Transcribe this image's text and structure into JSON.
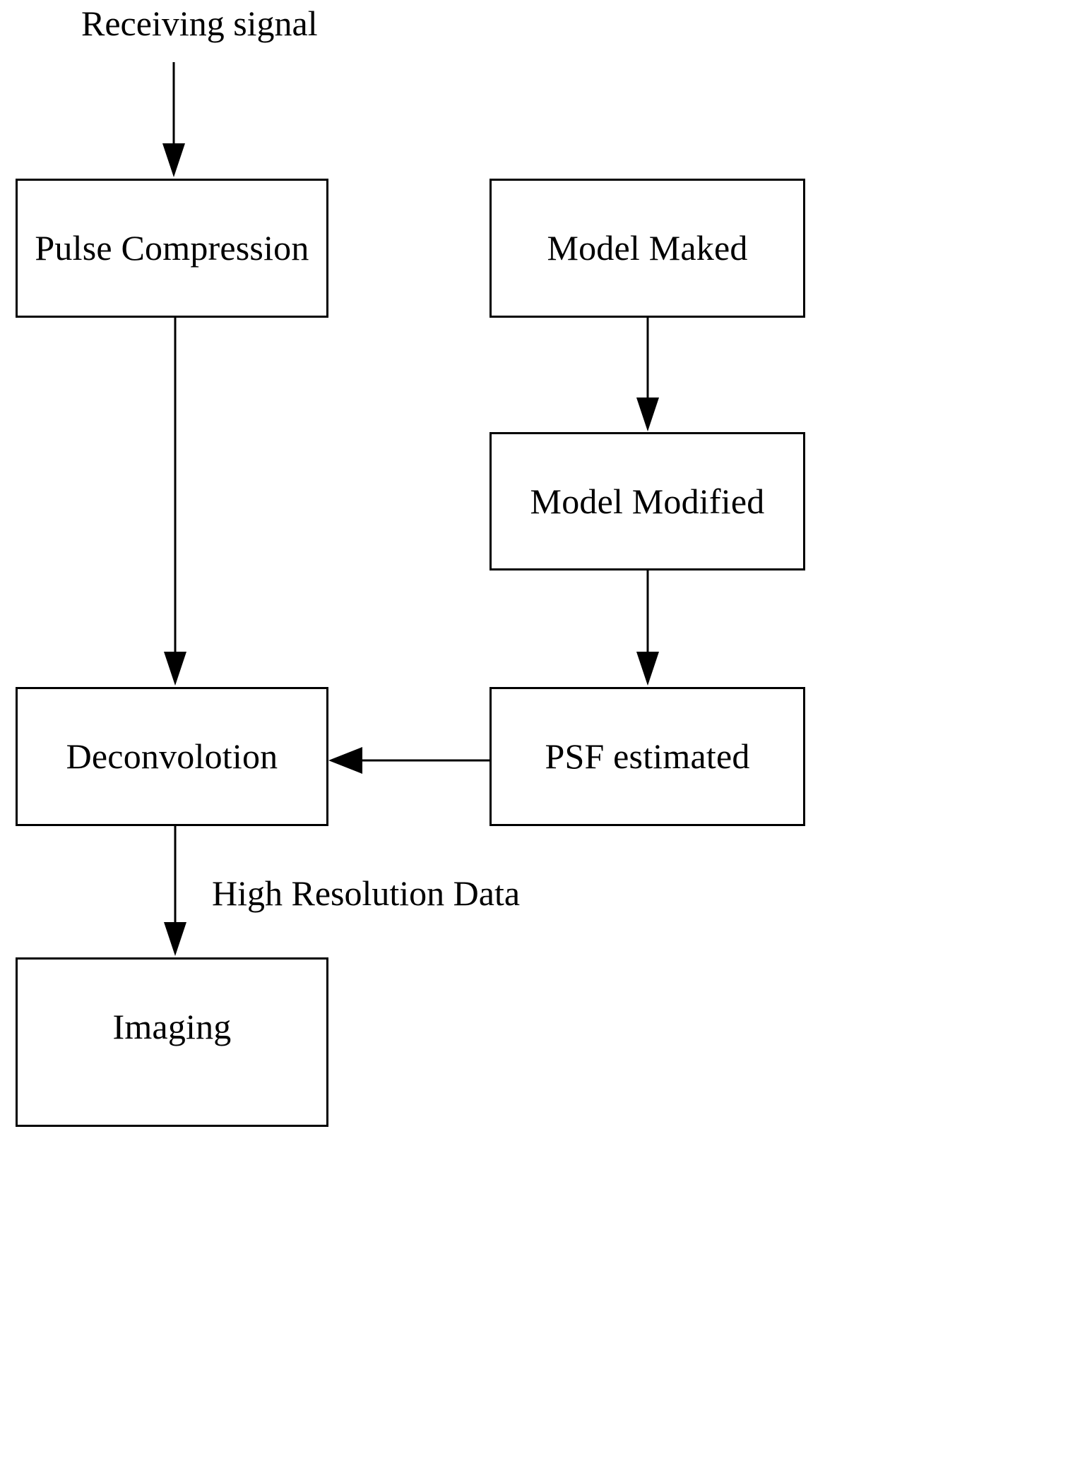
{
  "diagram": {
    "type": "flowchart",
    "orientation": "two-column-vertical",
    "background_color": "#ffffff",
    "stroke_color": "#000000",
    "font_color": "#000000",
    "nodes": [
      {
        "id": "pulse_compression",
        "label": "Pulse Compression",
        "shape": "rectangle",
        "column": "left"
      },
      {
        "id": "model_maked",
        "label": "Model Maked",
        "shape": "rectangle",
        "column": "right"
      },
      {
        "id": "model_modified",
        "label": "Model Modified",
        "shape": "rectangle",
        "column": "right"
      },
      {
        "id": "deconvolotion",
        "label": "Deconvolotion",
        "shape": "rectangle",
        "column": "left"
      },
      {
        "id": "psf_estimated",
        "label": "PSF estimated",
        "shape": "rectangle",
        "column": "right"
      },
      {
        "id": "imaging",
        "label": "Imaging",
        "shape": "rectangle",
        "column": "left"
      }
    ],
    "free_labels": [
      {
        "id": "receiving_signal",
        "text": "Receiving signal"
      },
      {
        "id": "high_resolution_data",
        "text": "High Resolution Data"
      }
    ],
    "edges": [
      {
        "id": "e1",
        "from": "receiving_signal",
        "to": "pulse_compression",
        "direction": "down",
        "label": ""
      },
      {
        "id": "e2",
        "from": "pulse_compression",
        "to": "deconvolotion",
        "direction": "down",
        "label": ""
      },
      {
        "id": "e3",
        "from": "model_maked",
        "to": "model_modified",
        "direction": "down",
        "label": ""
      },
      {
        "id": "e4",
        "from": "model_modified",
        "to": "psf_estimated",
        "direction": "down",
        "label": ""
      },
      {
        "id": "e5",
        "from": "psf_estimated",
        "to": "deconvolotion",
        "direction": "left",
        "label": ""
      },
      {
        "id": "e6",
        "from": "deconvolotion",
        "to": "imaging",
        "direction": "down",
        "label": "High Resolution Data"
      }
    ]
  }
}
